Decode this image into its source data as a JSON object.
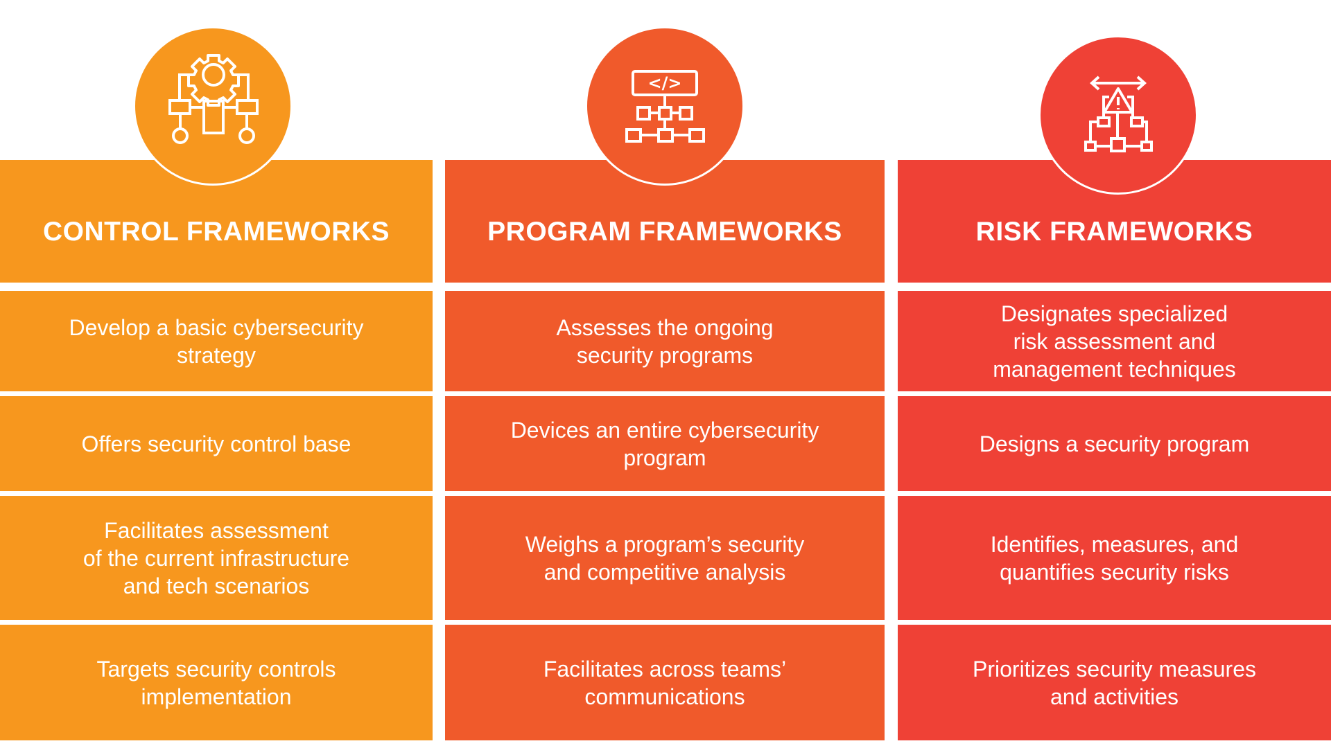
{
  "colors": {
    "control": "#F7971E",
    "program": "#F05A2B",
    "risk": "#EF4136"
  },
  "columns": [
    {
      "title": "CONTROL FRAMEWORKS",
      "icon": "gear-flowchart-icon",
      "items": [
        "Develop a basic cybersecurity\nstrategy",
        "Offers security control base",
        "Facilitates assessment\nof the current infrastructure\nand tech scenarios",
        "Targets security controls\nimplementation"
      ]
    },
    {
      "title": "PROGRAM FRAMEWORKS",
      "icon": "code-network-icon",
      "code_glyph": "</>",
      "items": [
        "Assesses the ongoing\nsecurity programs",
        "Devices an entire cybersecurity\nprogram",
        "Weighs a program’s security\nand competitive analysis",
        "Facilitates across teams’\ncommunications"
      ]
    },
    {
      "title": "RISK FRAMEWORKS",
      "icon": "risk-hierarchy-icon",
      "items": [
        "Designates specialized\nrisk assessment and\nmanagement techniques",
        "Designs a security program",
        "Identifies, measures, and\nquantifies security risks",
        "Prioritizes security measures\nand activities"
      ]
    }
  ]
}
